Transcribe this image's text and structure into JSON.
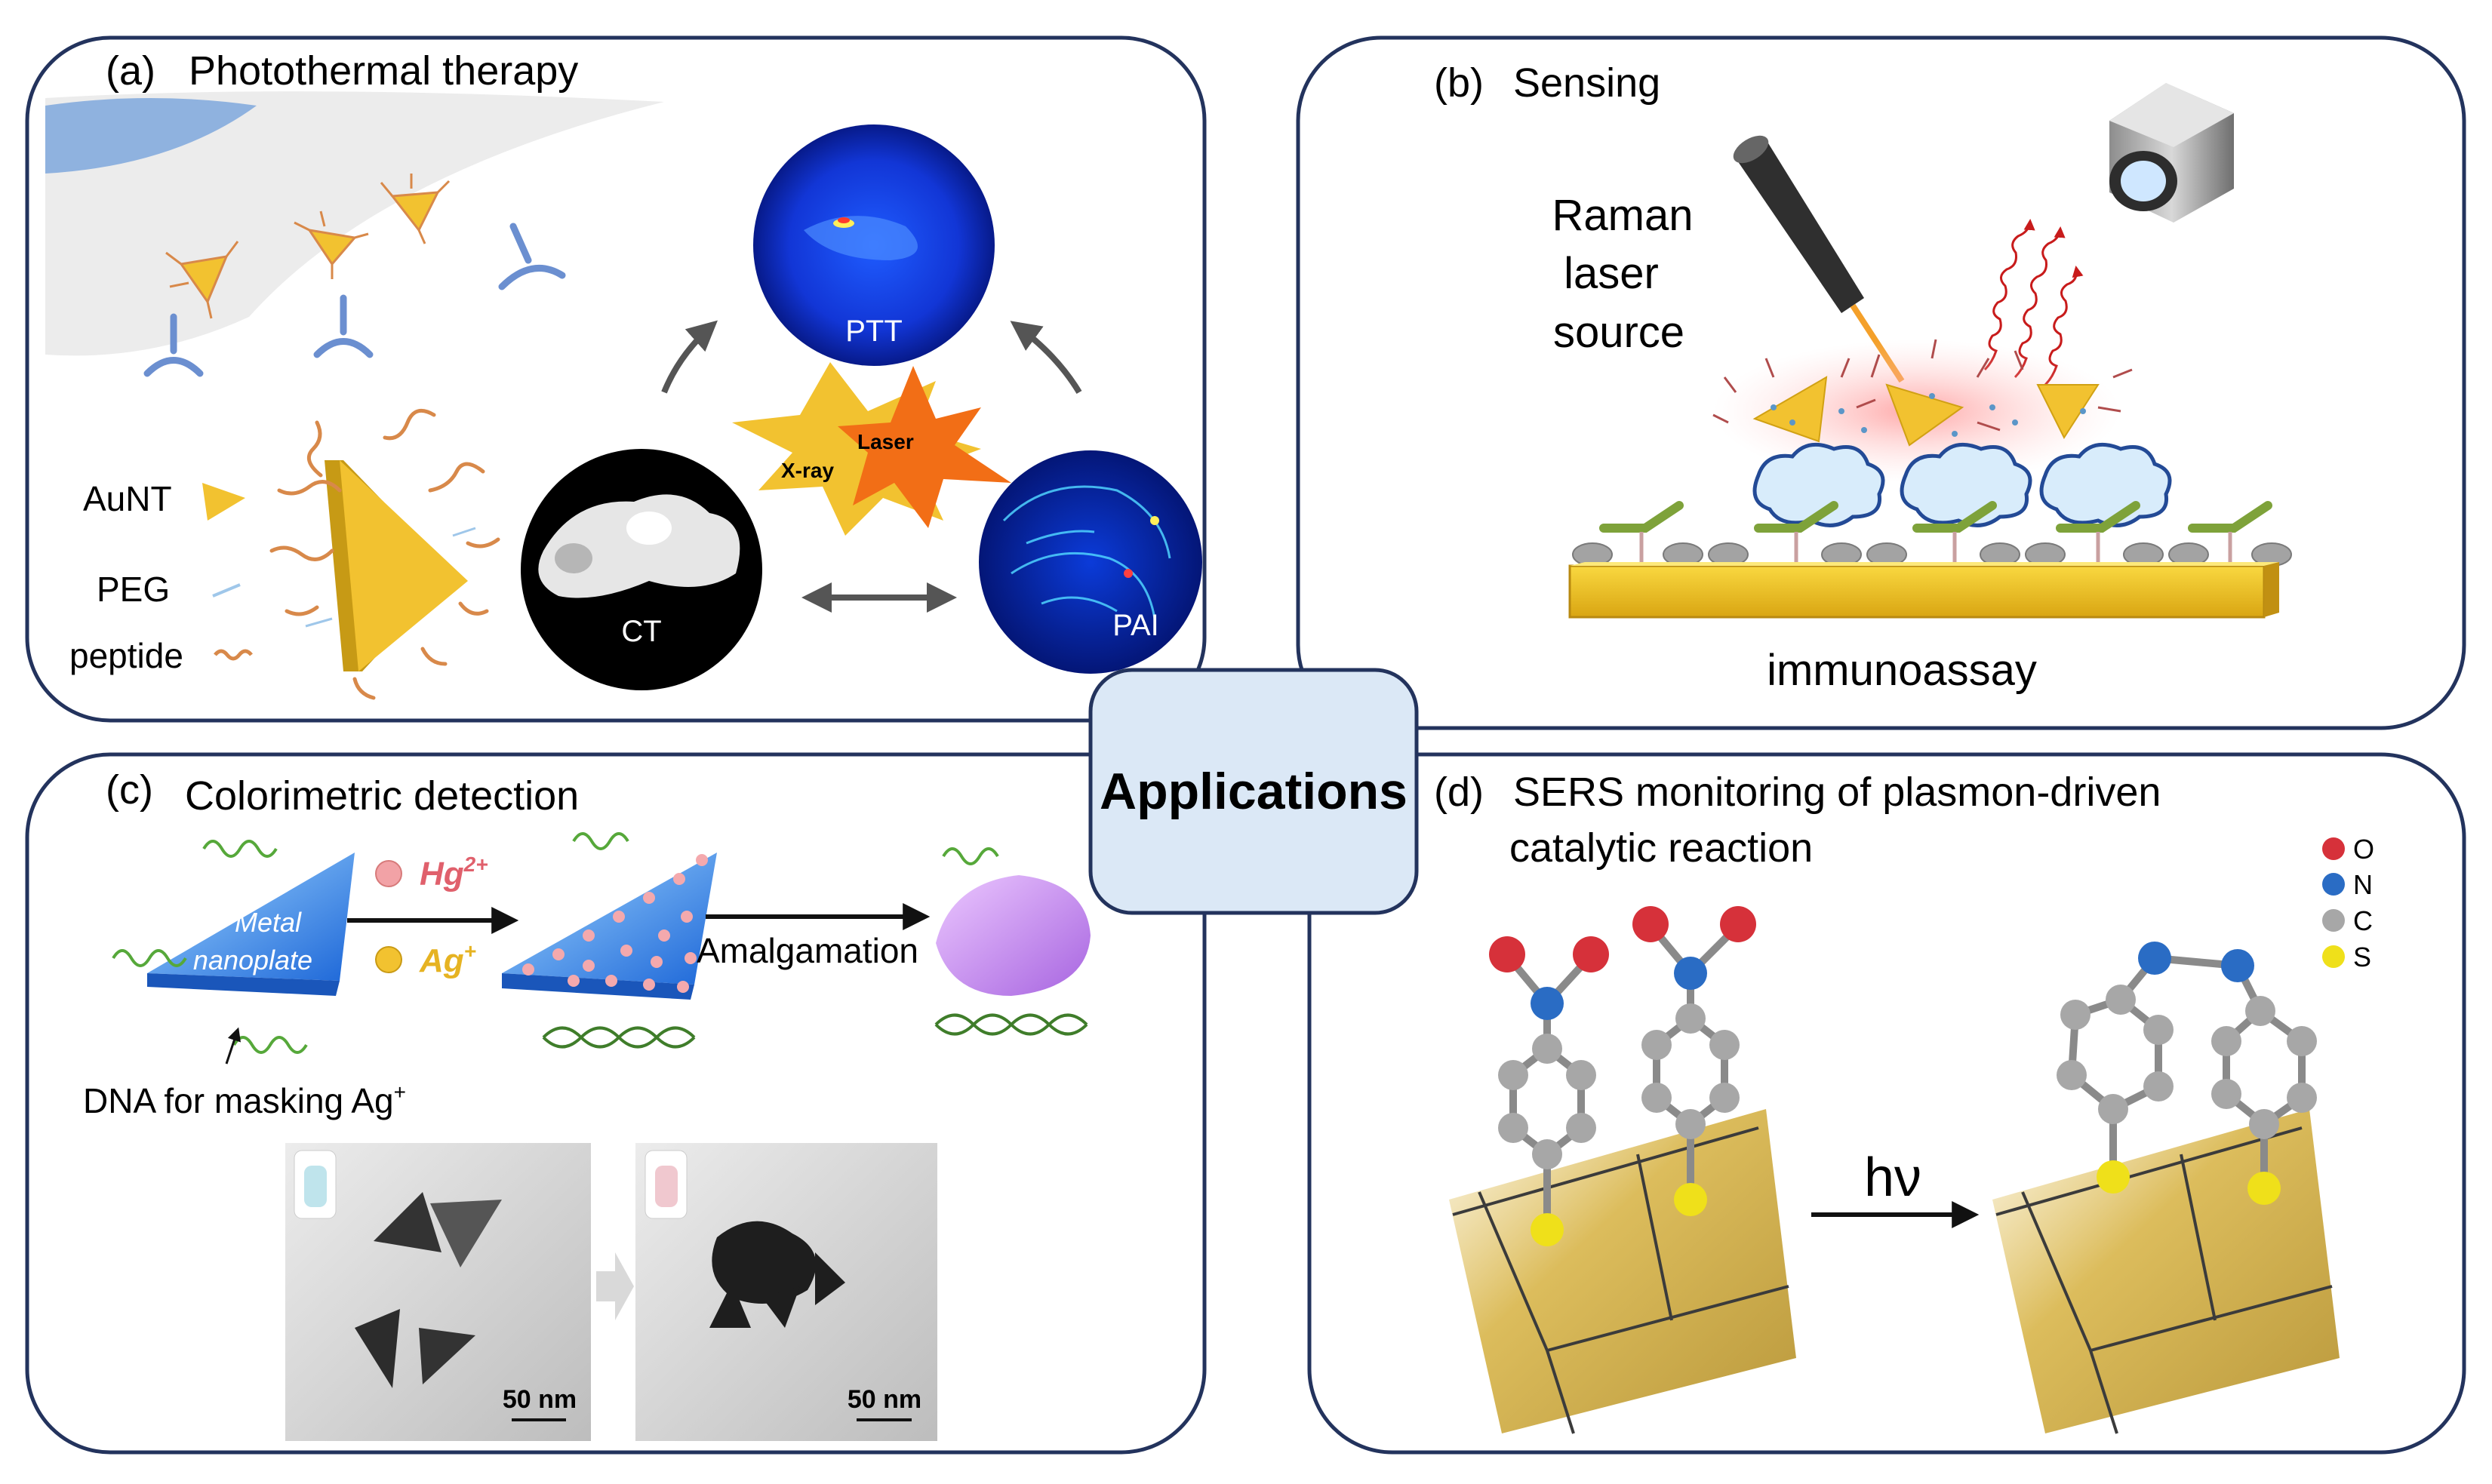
{
  "center": {
    "label": "Applications"
  },
  "panel_a": {
    "tag": "(a)",
    "title": "Photothermal therapy",
    "legend": {
      "aunt": "AuNT",
      "peg": "PEG",
      "peptide": "peptide"
    },
    "imaging": {
      "ptt": "PTT",
      "ct": "CT",
      "pai": "PAI",
      "laser": "Laser",
      "xray": "X-ray"
    }
  },
  "panel_b": {
    "tag": "(b)",
    "title": "Sensing",
    "laser_lines": [
      "Raman",
      "laser",
      "source"
    ],
    "caption": "immunoassay"
  },
  "panel_c": {
    "tag": "(c)",
    "title": "Colorimetric detection",
    "plate_lines": [
      "Metal",
      "nanoplate"
    ],
    "hg_base": "Hg",
    "hg_sup": "2+",
    "ag_base": "Ag",
    "ag_sup": "+",
    "amalgamation": "Amalgamation",
    "dna_base": "DNA  for masking Ag",
    "dna_sup": "+",
    "scale_left": "50 nm",
    "scale_right": "50 nm"
  },
  "panel_d": {
    "tag": "(d)",
    "title_lines": [
      "SERS monitoring of plasmon-driven",
      "catalytic reaction"
    ],
    "arrow_label": "hν",
    "atom_legend": [
      {
        "symbol": "O",
        "color": "#d6313a"
      },
      {
        "symbol": "N",
        "color": "#2a6cc4"
      },
      {
        "symbol": "C",
        "color": "#a7a7a7"
      },
      {
        "symbol": "S",
        "color": "#efe01a"
      }
    ]
  },
  "colors": {
    "panel_border": "#23335d",
    "center_fill": "#dbe8f6",
    "gold": "#f2c230",
    "peptide": "#d8894a",
    "receptor": "#6b8fd0"
  }
}
